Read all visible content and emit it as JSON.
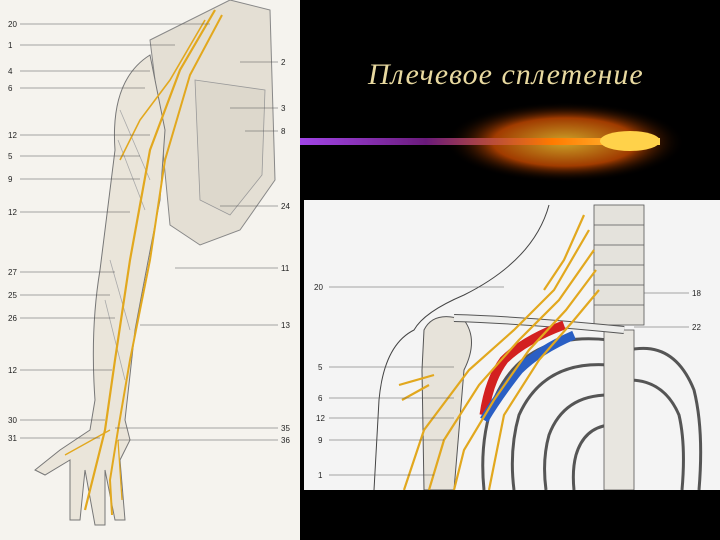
{
  "title": "Плечевое сплетение",
  "left_labels": {
    "left": [
      "20",
      "1",
      "4",
      "6",
      "12",
      "5",
      "9",
      "12",
      "27",
      "25",
      "26",
      "12",
      "30",
      "31"
    ],
    "right": [
      "2",
      "3",
      "8",
      "24",
      "11",
      "13",
      "35",
      "36"
    ]
  },
  "right_labels": {
    "left": [
      "20",
      "5",
      "6",
      "12",
      "9",
      "1"
    ],
    "right": [
      "18",
      "22"
    ]
  },
  "colors": {
    "background": "#000000",
    "title": "#e8d9a0",
    "nerve": "#e2a81e",
    "artery": "#d32020",
    "vein": "#2a5fc4",
    "accent": "#b24cff"
  }
}
